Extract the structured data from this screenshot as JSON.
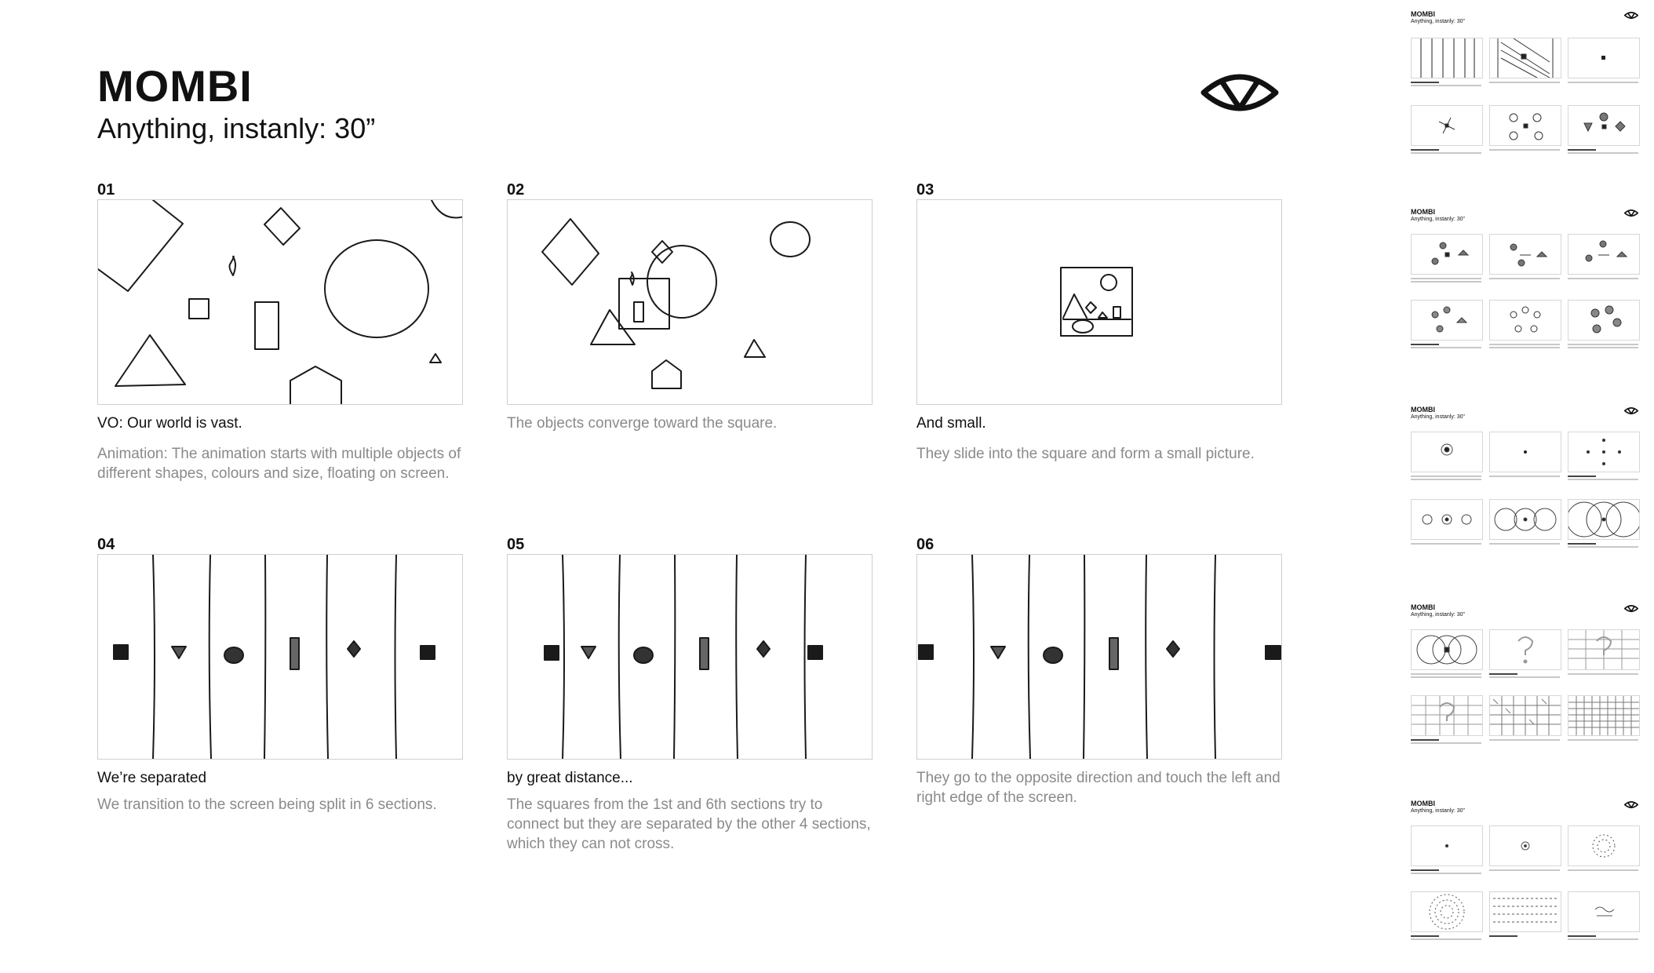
{
  "header": {
    "title": "MOMBI",
    "subtitle": "Anything, instanly: 30”",
    "logo_icon": "eye-icon"
  },
  "frames": [
    {
      "number": "01",
      "caption": "VO: Our world is vast.",
      "description": "Animation: The animation starts with multiple objects of different shapes, colours and size, floating on screen."
    },
    {
      "number": "02",
      "caption": "The objects converge toward the square.",
      "description": ""
    },
    {
      "number": "03",
      "caption": "And small.",
      "description": "They slide into the square and form a small picture."
    },
    {
      "number": "04",
      "caption": "We’re separated",
      "description": "We transition to the screen being split in 6 sections."
    },
    {
      "number": "05",
      "caption": "by great distance...",
      "description": "The squares from the 1st and 6th sections try to connect but they are separated by the other 4 sections, which they can not cross."
    },
    {
      "number": "06",
      "caption": "They go to the opposite direction and touch the left and right edge of the screen.",
      "description": ""
    }
  ],
  "thumbnail_sheets": [
    {
      "title": "MOMBI",
      "subtitle": "Anything, instanly: 30”"
    },
    {
      "title": "MOMBI",
      "subtitle": "Anything, instanly: 30”"
    },
    {
      "title": "MOMBI",
      "subtitle": "Anything, instanly: 30”"
    },
    {
      "title": "MOMBI",
      "subtitle": "Anything, instanly: 30”"
    },
    {
      "title": "MOMBI",
      "subtitle": "Anything, instanly: 30”"
    }
  ]
}
